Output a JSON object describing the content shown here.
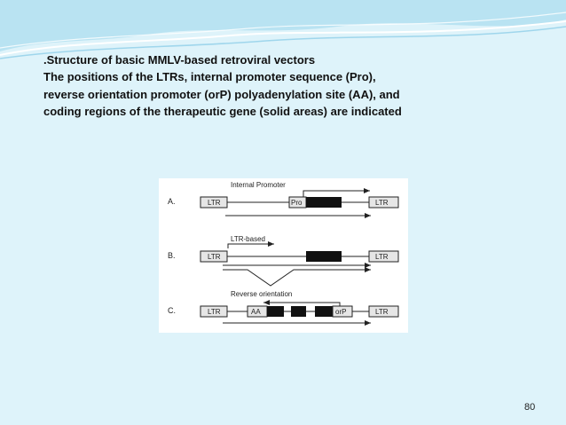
{
  "caption": {
    "line1": ".Structure of basic MMLV-based retroviral vectors",
    "line2": "The positions of the LTRs, internal promoter sequence (Pro),",
    "line3": "reverse orientation promoter (orP) polyadenylation site (AA), and",
    "line4": "coding regions of the therapeutic gene (solid areas) are indicated"
  },
  "figure": {
    "panel_a": {
      "letter": "A.",
      "title": "Internal Promoter",
      "ltr_left": "LTR",
      "promoter": "Pro",
      "ltr_right": "LTR"
    },
    "panel_b": {
      "letter": "B.",
      "title": "LTR-based",
      "ltr_left": "LTR",
      "ltr_right": "LTR"
    },
    "panel_c": {
      "letter": "C.",
      "title": "Reverse orientation",
      "ltr_left": "LTR",
      "polya": "AA",
      "promoter": "orP",
      "ltr_right": "LTR"
    }
  },
  "page_number": "80",
  "colors": {
    "background": "#def3fa",
    "wave": "#a9dcef",
    "box_fill": "#e6e6e6",
    "solid": "#111111"
  }
}
